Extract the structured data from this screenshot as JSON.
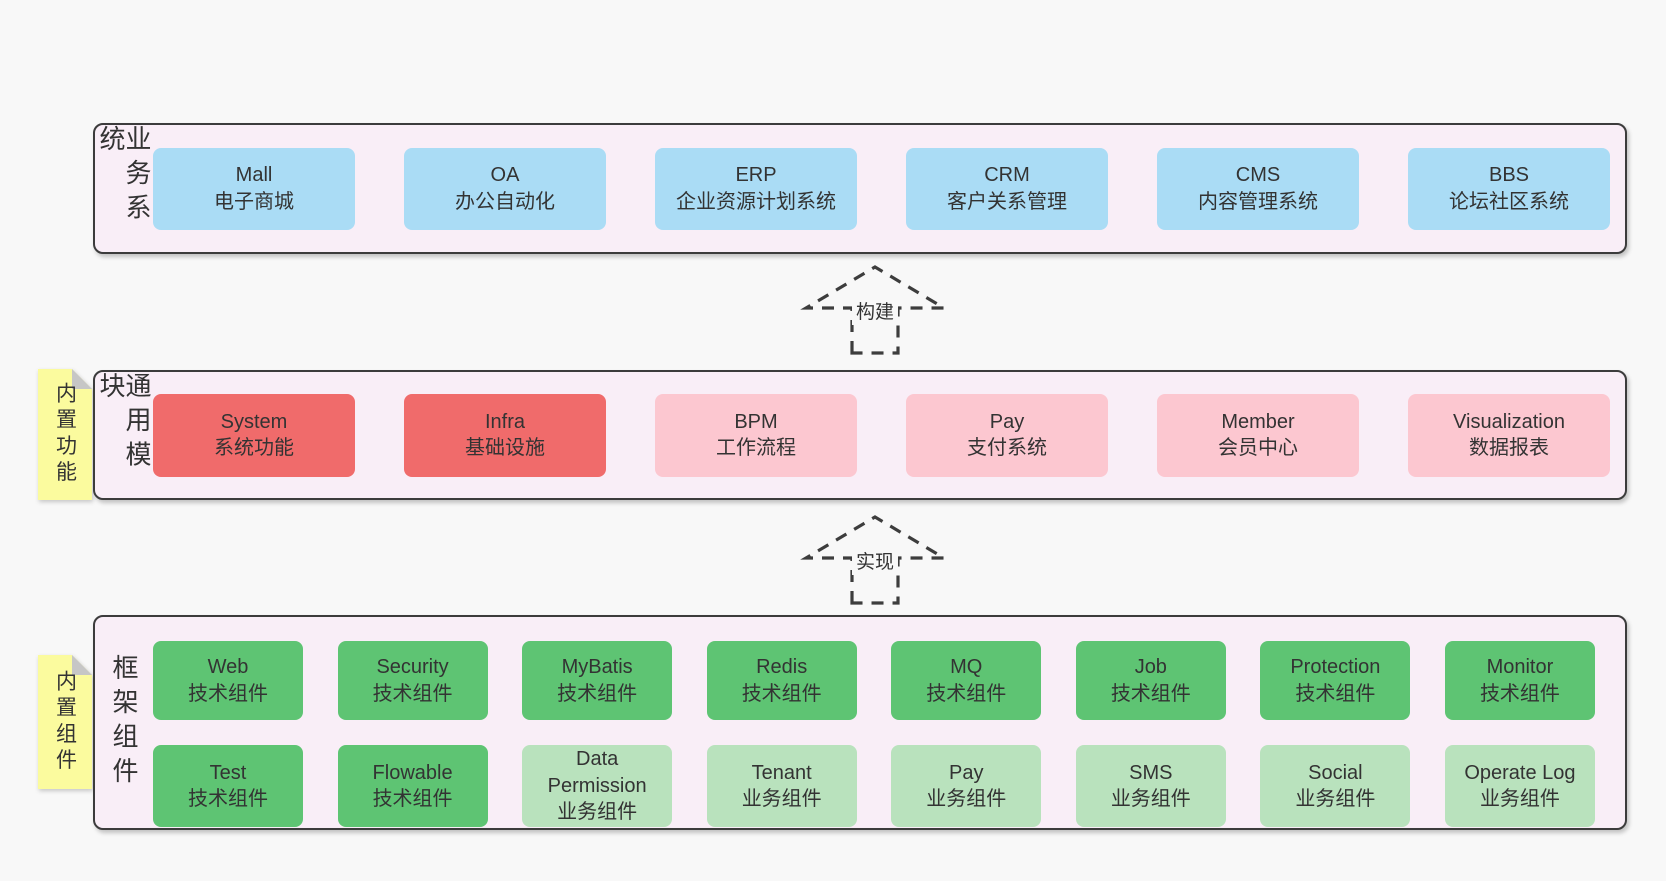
{
  "diagram": {
    "colors": {
      "background": "#f8f8f8",
      "layer_fill": "#f9eef7",
      "layer_border": "#3c3c3c",
      "blue": "#aadcf5",
      "red": "#f06b6b",
      "pink": "#fcc7d0",
      "green": "#5ec473",
      "light_green": "#b9e2bd",
      "sticky_yellow": "#fbfb9e"
    },
    "arrows": {
      "build": "构建",
      "implement": "实现"
    },
    "layers": {
      "business": {
        "label": "业务系统",
        "boxes": [
          {
            "title": "Mall",
            "subtitle": "电子商城",
            "variant": "blue"
          },
          {
            "title": "OA",
            "subtitle": "办公自动化",
            "variant": "blue"
          },
          {
            "title": "ERP",
            "subtitle": "企业资源计划系统",
            "variant": "blue"
          },
          {
            "title": "CRM",
            "subtitle": "客户关系管理",
            "variant": "blue"
          },
          {
            "title": "CMS",
            "subtitle": "内容管理系统",
            "variant": "blue"
          },
          {
            "title": "BBS",
            "subtitle": "论坛社区系统",
            "variant": "blue"
          }
        ]
      },
      "modules": {
        "label": "通用模块",
        "sticky": "内置功能",
        "boxes": [
          {
            "title": "System",
            "subtitle": "系统功能",
            "variant": "red"
          },
          {
            "title": "Infra",
            "subtitle": "基础设施",
            "variant": "red"
          },
          {
            "title": "BPM",
            "subtitle": "工作流程",
            "variant": "pink"
          },
          {
            "title": "Pay",
            "subtitle": "支付系统",
            "variant": "pink"
          },
          {
            "title": "Member",
            "subtitle": "会员中心",
            "variant": "pink"
          },
          {
            "title": "Visualization",
            "subtitle": "数据报表",
            "variant": "pink"
          }
        ]
      },
      "components": {
        "label": "框架组件",
        "sticky": "内置组件",
        "row1": [
          {
            "title": "Web",
            "subtitle": "技术组件",
            "variant": "green"
          },
          {
            "title": "Security",
            "subtitle": "技术组件",
            "variant": "green"
          },
          {
            "title": "MyBatis",
            "subtitle": "技术组件",
            "variant": "green"
          },
          {
            "title": "Redis",
            "subtitle": "技术组件",
            "variant": "green"
          },
          {
            "title": "MQ",
            "subtitle": "技术组件",
            "variant": "green"
          },
          {
            "title": "Job",
            "subtitle": "技术组件",
            "variant": "green"
          },
          {
            "title": "Protection",
            "subtitle": "技术组件",
            "variant": "green"
          },
          {
            "title": "Monitor",
            "subtitle": "技术组件",
            "variant": "green"
          }
        ],
        "row2": [
          {
            "title": "Test",
            "subtitle": "技术组件",
            "variant": "green"
          },
          {
            "title": "Flowable",
            "subtitle": "技术组件",
            "variant": "green"
          },
          {
            "title": "Data Permission",
            "subtitle": "业务组件",
            "variant": "lightgreen"
          },
          {
            "title": "Tenant",
            "subtitle": "业务组件",
            "variant": "lightgreen"
          },
          {
            "title": "Pay",
            "subtitle": "业务组件",
            "variant": "lightgreen"
          },
          {
            "title": "SMS",
            "subtitle": "业务组件",
            "variant": "lightgreen"
          },
          {
            "title": "Social",
            "subtitle": "业务组件",
            "variant": "lightgreen"
          },
          {
            "title": "Operate Log",
            "subtitle": "业务组件",
            "variant": "lightgreen"
          }
        ]
      }
    }
  }
}
